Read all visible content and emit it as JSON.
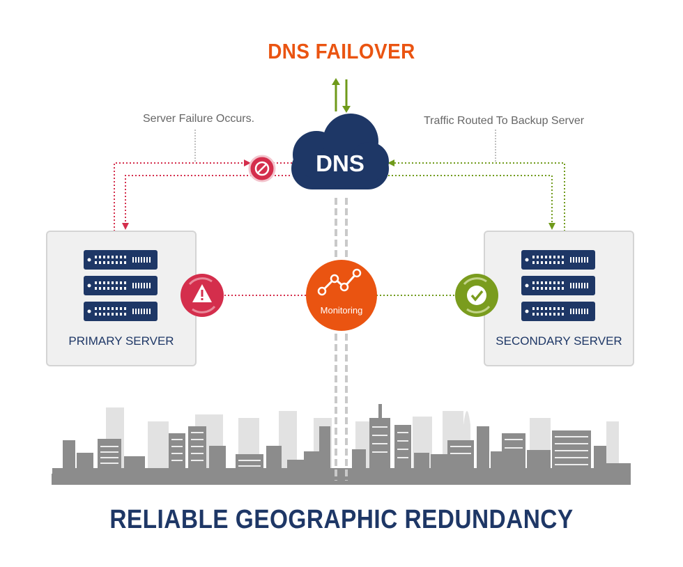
{
  "title": "DNS FAILOVER",
  "subtitle": "RELIABLE GEOGRAPHIC REDUNDANCY",
  "dns": {
    "label": "DNS"
  },
  "annotations": {
    "failure": "Server Failure Occurs.",
    "routed": "Traffic Routed To Backup Server"
  },
  "monitoring": {
    "label": "Monitoring"
  },
  "servers": {
    "primary": {
      "label": "PRIMARY SERVER",
      "status_icon": "warning-icon"
    },
    "secondary": {
      "label": "SECONDARY SERVER",
      "status_icon": "check-icon"
    }
  },
  "colors": {
    "orange": "#ea5411",
    "navy": "#1e3766",
    "red": "#d42e4c",
    "green": "#7a9c1e",
    "gray": "#8c8c8c",
    "light_gray": "#e4e4e4"
  }
}
